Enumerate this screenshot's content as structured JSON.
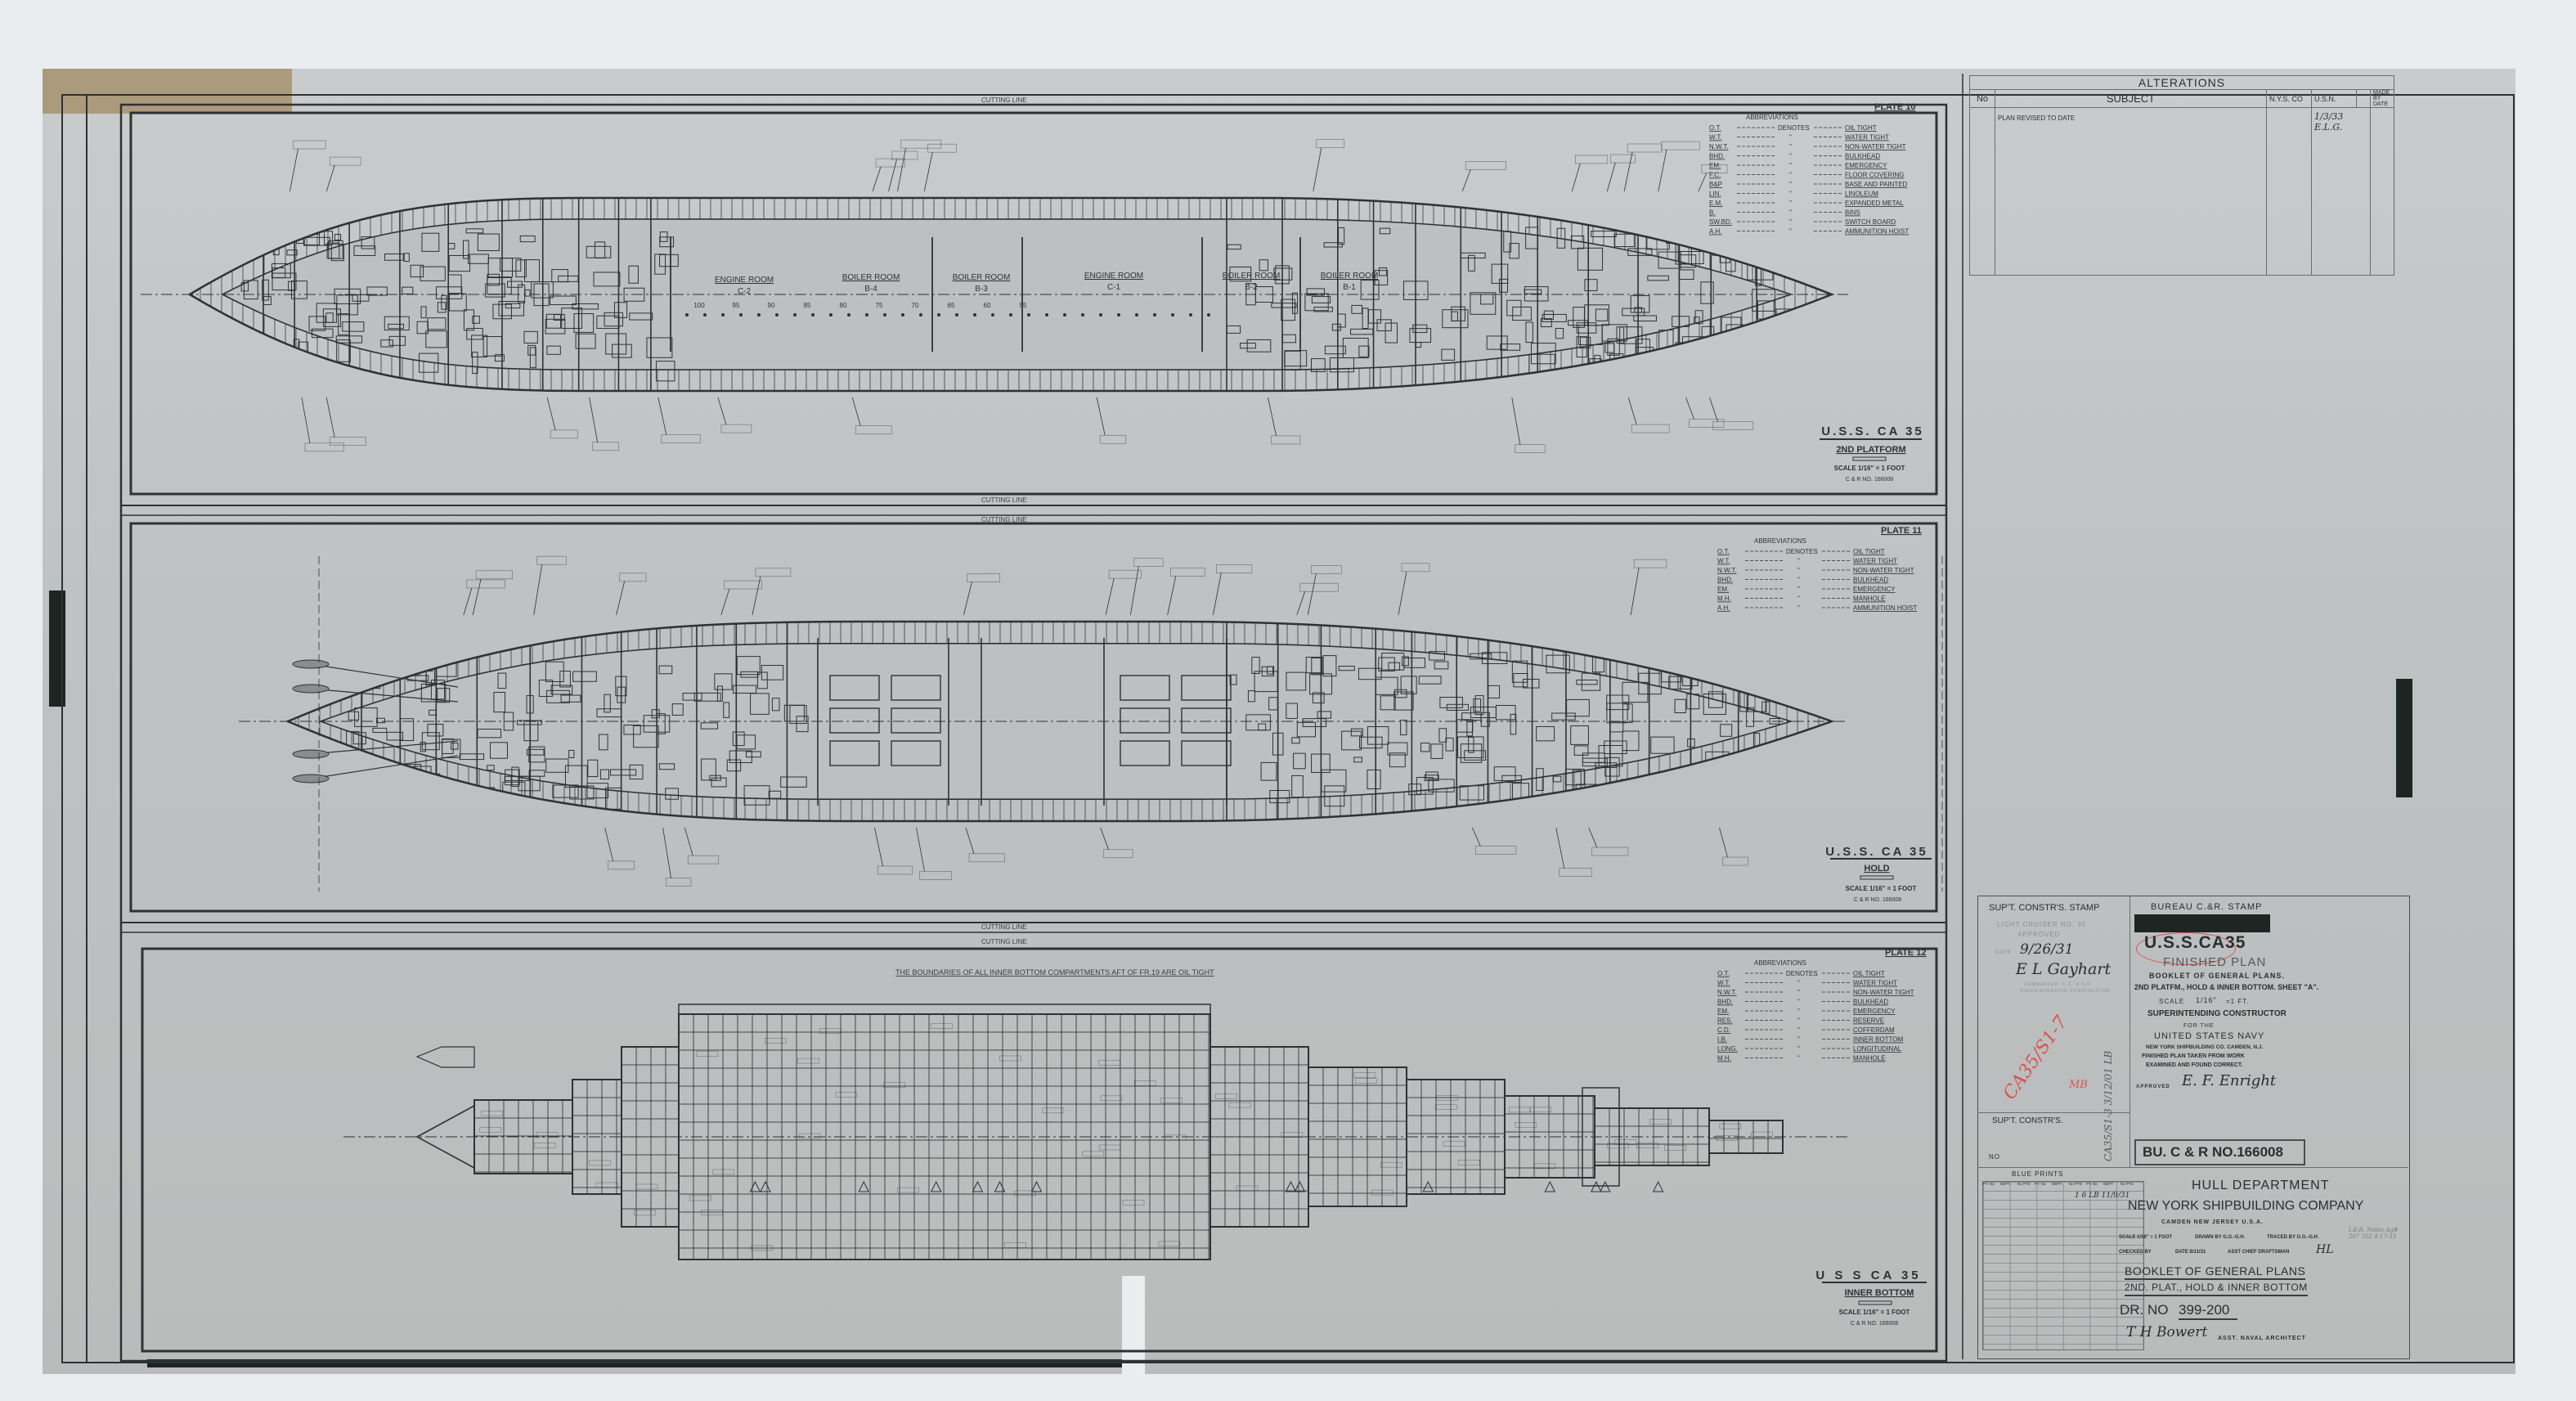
{
  "sheet": {
    "cutting_line": "CUTTING LINE",
    "inner_bottom_note": "THE BOUNDARIES OF ALL INNER BOTTOM COMPARTMENTS AFT OF FR.19 ARE OIL TIGHT"
  },
  "plates": [
    {
      "plate": "PLATE 10",
      "ship": "U.S.S. CA 35",
      "view": "2ND PLATFORM",
      "scale": "SCALE 1/16\" = 1 FOOT",
      "cr_no": "C & R NO. 166008",
      "abbr_title": "ABBREVIATIONS",
      "denotes": "DENOTES",
      "abbreviations": [
        {
          "k": "O.T.",
          "v": "OIL TIGHT"
        },
        {
          "k": "W.T.",
          "v": "WATER TIGHT"
        },
        {
          "k": "N.W.T.",
          "v": "NON-WATER TIGHT"
        },
        {
          "k": "BHD.",
          "v": "BULKHEAD"
        },
        {
          "k": "EM.",
          "v": "EMERGENCY"
        },
        {
          "k": "F.C.",
          "v": "FLOOR COVERING"
        },
        {
          "k": "B&P",
          "v": "BASE AND PAINTED"
        },
        {
          "k": "LIN.",
          "v": "LINOLEUM"
        },
        {
          "k": "E.M.",
          "v": "EXPANDED METAL"
        },
        {
          "k": "B.",
          "v": "BINS"
        },
        {
          "k": "SW.BD.",
          "v": "SWITCH BOARD"
        },
        {
          "k": "A.H.",
          "v": "AMMUNITION HOIST"
        }
      ],
      "rooms": [
        {
          "name": "ENGINE ROOM",
          "id": "C-2"
        },
        {
          "name": "BOILER ROOM",
          "id": "B-4"
        },
        {
          "name": "BOILER ROOM",
          "id": "B-3"
        },
        {
          "name": "ENGINE ROOM",
          "id": "C-1"
        },
        {
          "name": "BOILER ROOM",
          "id": "B-2"
        },
        {
          "name": "BOILER ROOM",
          "id": "B-1"
        }
      ],
      "frames": [
        "100",
        "95",
        "90",
        "85",
        "80",
        "75",
        "70",
        "65",
        "60",
        "55"
      ]
    },
    {
      "plate": "PLATE 11",
      "ship": "U.S.S. CA 35",
      "view": "HOLD",
      "scale": "SCALE 1/16\" = 1 FOOT",
      "cr_no": "C & R NO. 166008",
      "abbr_title": "ABBREVIATIONS",
      "denotes": "DENOTES",
      "abbreviations": [
        {
          "k": "O.T.",
          "v": "OIL TIGHT"
        },
        {
          "k": "W.T.",
          "v": "WATER TIGHT"
        },
        {
          "k": "N.W.T.",
          "v": "NON-WATER TIGHT"
        },
        {
          "k": "BHD.",
          "v": "BULKHEAD"
        },
        {
          "k": "EM.",
          "v": "EMERGENCY"
        },
        {
          "k": "M.H.",
          "v": "MANHOLE"
        },
        {
          "k": "A.H.",
          "v": "AMMUNITION HOIST"
        }
      ]
    },
    {
      "plate": "PLATE 12",
      "ship": "U S S CA 35",
      "view": "INNER BOTTOM",
      "scale": "SCALE 1/16\" = 1 FOOT",
      "cr_no": "C & R NO. 166008",
      "abbr_title": "ABBREVIATIONS",
      "denotes": "DENOTES",
      "abbreviations": [
        {
          "k": "O.T.",
          "v": "OIL TIGHT"
        },
        {
          "k": "W.T.",
          "v": "WATER TIGHT"
        },
        {
          "k": "N.W.T.",
          "v": "NON-WATER TIGHT"
        },
        {
          "k": "BHD.",
          "v": "BULKHEAD"
        },
        {
          "k": "EM.",
          "v": "EMERGENCY"
        },
        {
          "k": "RES.",
          "v": "RESERVE"
        },
        {
          "k": "C.D.",
          "v": "COFFERDAM"
        },
        {
          "k": "I.B.",
          "v": "INNER BOTTOM"
        },
        {
          "k": "LONG.",
          "v": "LONGITUDINAL"
        },
        {
          "k": "M.H.",
          "v": "MANHOLE"
        }
      ]
    }
  ],
  "alterations": {
    "title": "ALTERATIONS",
    "col_no": "No",
    "col_subject": "SUBJECT",
    "col_nysco": "N.Y.S. CO",
    "col_usn": "U.S.N.",
    "col_made": "MADE BY DATE",
    "row_subject": "PLAN REVISED TO DATE",
    "row_sign": "1/3/33 E.L.G."
  },
  "title_block": {
    "supt_stamp_label": "SUP'T. CONSTR'S. STAMP",
    "supt_stamp_line1": "LIGHT CRUISER No. 35",
    "supt_stamp_line2": "APPROVED",
    "supt_stamp_date_label": "DATE",
    "supt_stamp_date": "9/26/31",
    "supt_stamp_sign": "E L Gayhart",
    "supt_stamp_role1": "Commander, C.C. U.S.N.",
    "supt_stamp_role2": "Superintending Constructor",
    "red_note": "CA35/S1-7",
    "red_initials": "MB",
    "pencil_note": "CA35/S1-3 3/12/01 LB",
    "bureau_label": "BUREAU C.&R. STAMP",
    "bureau_ship": "U.S.S.CA35",
    "bureau_finished": "FINISHED PLAN",
    "bureau_booklet": "BOOKLET OF GENERAL PLANS.",
    "bureau_sheet": "2ND PLATFM., HOLD & INNER BOTTOM. SHEET \"A\".",
    "bureau_scale_label": "SCALE",
    "bureau_scale": "1/16\"",
    "bureau_scale_unit": "=1 FT.",
    "bureau_constructor": "SUPERINTENDING CONSTRUCTOR",
    "bureau_for": "FOR THE",
    "bureau_navy": "UNITED STATES NAVY",
    "bureau_yard": "NEW YORK SHIPBUILDING CO. CAMDEN, N.J.",
    "bureau_finished_note": "FINISHED PLAN TAKEN FROM WORK",
    "bureau_examined": "EXAMINED AND FOUND CORRECT.",
    "bureau_approved_label": "APPROVED",
    "bureau_approved_sign": "E. F. Enright",
    "supt_constrs_label": "SUP'T. CONSTR'S.",
    "no_label": "No",
    "bucr_number": "BU. C & R No.166008",
    "blue_prints_label": "BLUE PRINTS",
    "blue_prints_cols": [
      "PT. No",
      "DEPT.",
      "No PTS",
      "PT. No",
      "DEPT.",
      "No PTS",
      "PT. No",
      "DEPT.",
      "No PTS"
    ],
    "blue_prints_entry": "1 6 LB 11/9/31",
    "hull_department": "HULL DEPARTMENT",
    "company": "NEW YORK SHIPBUILDING COMPANY",
    "location": "CAMDEN NEW JERSEY U.S.A.",
    "scale_text": "SCALE 1/16\" = 1 FOOT",
    "drawn_by": "DRAWN BY G.G.-G.H.",
    "traced_by": "TRACED BY G.G.-G.H.",
    "checked_by": "CHECKED BY",
    "date": "DATE 8/11/31",
    "chief_draftsman": "ASST CHIEF DRAFTSMAN",
    "chief_draftsman_sign": "HL",
    "side_note": "I.B.R. Notes Ag# 207 352 4-17-33",
    "plan_title": "BOOKLET OF GENERAL PLANS",
    "plan_subtitle": "2ND. PLAT., HOLD & INNER BOTTOM",
    "dr_no_label": "DR. No",
    "dr_no": "399-200",
    "architect_sign": "T H Bowert",
    "architect_label": "ASST. NAVAL ARCHITECT"
  },
  "colors": {
    "paper": "#bcbfbf",
    "ink": "#2e3234",
    "red_pencil": "#d8544e",
    "tape": "#1d2522"
  }
}
